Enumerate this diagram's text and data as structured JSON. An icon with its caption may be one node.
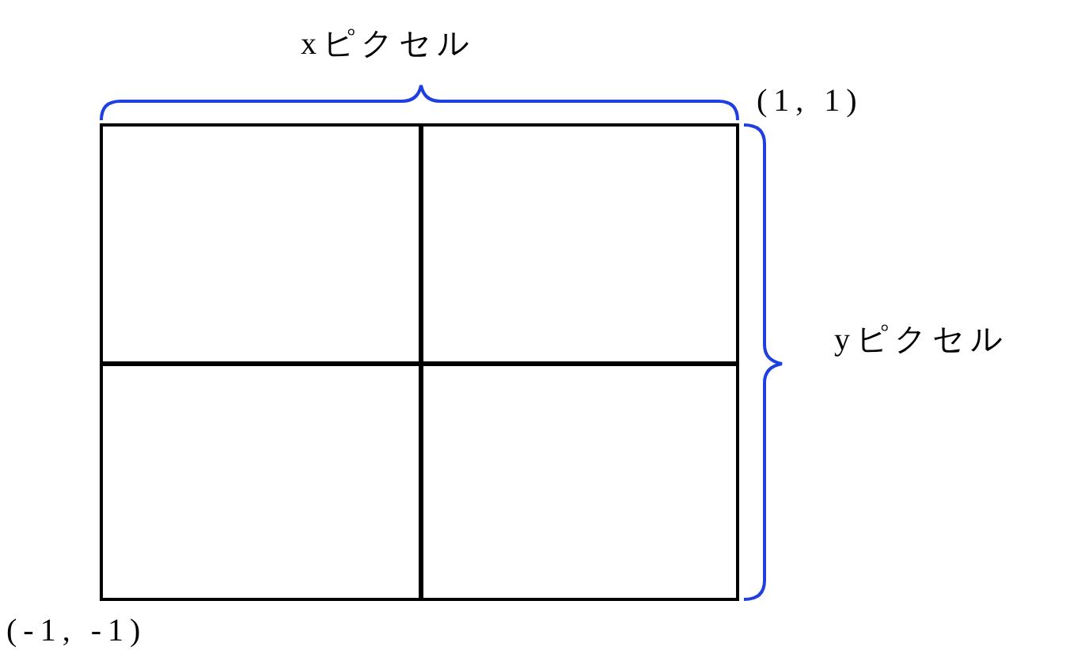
{
  "diagram": {
    "labels": [
      "xピクセル",
      "(1, 1)",
      "yピクセル",
      "(-1, -1)"
    ]
  }
}
